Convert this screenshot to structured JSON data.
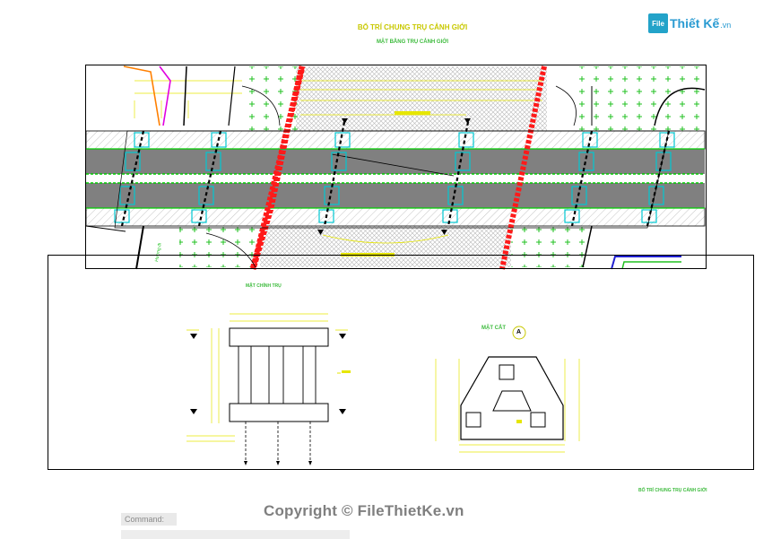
{
  "drawing": {
    "title": "BỐ TRÍ CHUNG TRỤ CẢNH GIỚI",
    "plan_label": "MẶT BẰNG TRỤ CẢNH GIỚI",
    "elevation_label": "MẶT CHÍNH TRỤ",
    "section_label": "MẶT CẮT",
    "section_marker": "A",
    "footer_title": "BỐ TRÍ CHUNG TRỤ CẢNH GIỚI"
  },
  "logo": {
    "icon_text": "File",
    "brand": "Thiết Kế",
    "suffix": ".vn"
  },
  "watermark": "Copyright © FileThietKe.vn",
  "command_bar": {
    "label": "Command:"
  },
  "colors": {
    "frame": "#000000",
    "road": "#808080",
    "barrier": "#ff1a1a",
    "pile": "#00c8d2",
    "green": "#00cc00",
    "yellow": "#e6e600",
    "hatch": "#c8c8c8"
  }
}
